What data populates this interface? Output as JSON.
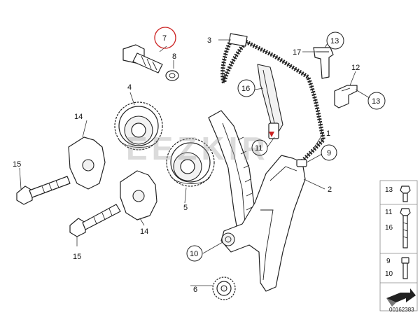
{
  "callouts": {
    "c1": "1",
    "c2": "2",
    "c3": "3",
    "c4": "4",
    "c5": "5",
    "c6": "6",
    "c7": "7",
    "c8": "8",
    "c9": "9",
    "c10": "10",
    "c11": "11",
    "c12": "12",
    "c13a": "13",
    "c13b": "13",
    "c14a": "14",
    "c14b": "14",
    "c15a": "15",
    "c15b": "15",
    "c16": "16",
    "c17": "17"
  },
  "legend": {
    "row1_top": "13",
    "row2_top": "11",
    "row2_bottom": "16",
    "row3_top": "9",
    "row3_bottom": "10"
  },
  "watermark": "EEZKIR",
  "diagram_id": "00162383",
  "colors": {
    "highlight": "#cc2222",
    "line": "#222222"
  }
}
